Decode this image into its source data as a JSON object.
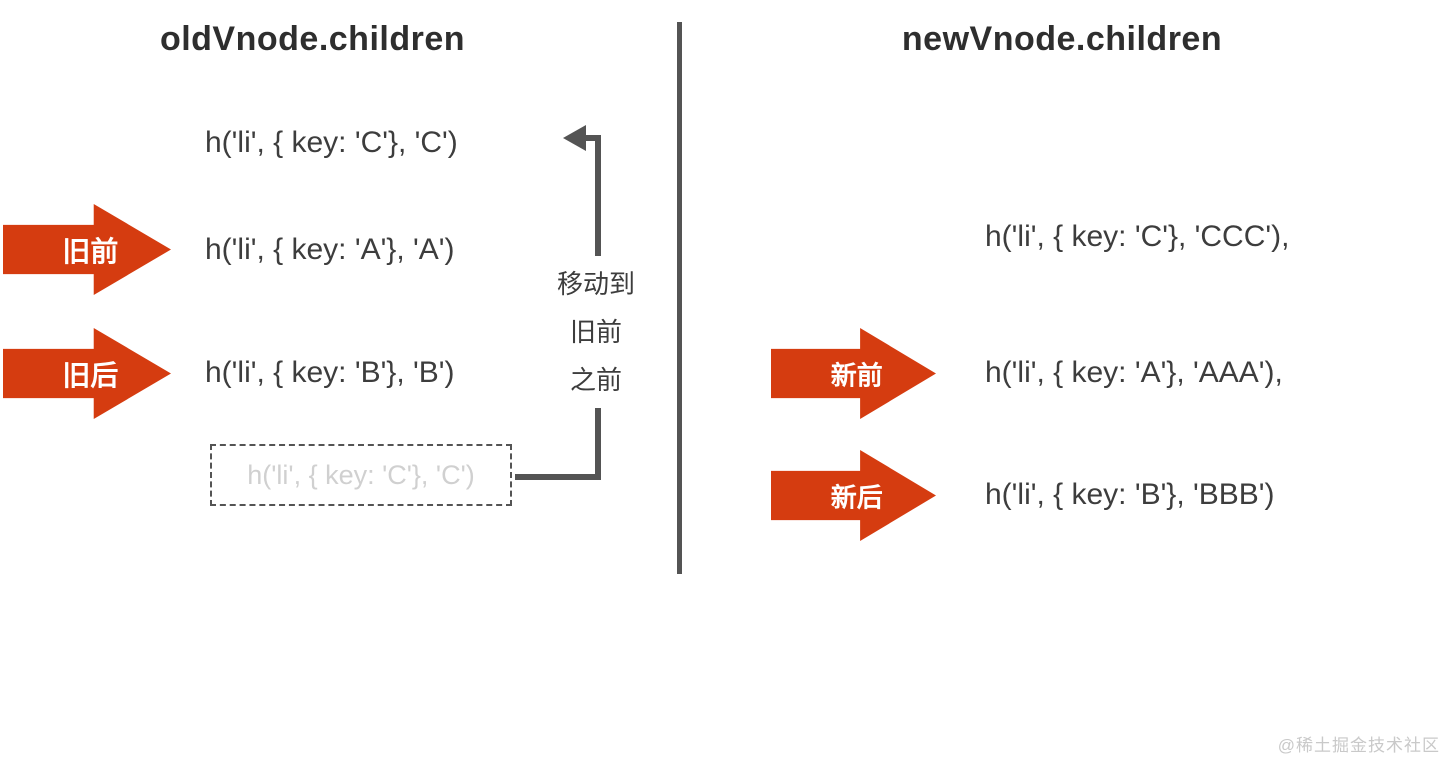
{
  "diagram": {
    "old_panel": {
      "title": "oldVnode.children",
      "node_c": "h('li', { key: 'C'}, 'C')",
      "front": {
        "arrow_label": "旧前",
        "code": "h('li', { key: 'A'}, 'A')"
      },
      "back": {
        "arrow_label": "旧后",
        "code": "h('li', { key: 'B'}, 'B')"
      },
      "ghost_node": "h('li', { key: 'C'}, 'C')"
    },
    "new_panel": {
      "title": "newVnode.children",
      "node_c": "h('li', { key: 'C'}, 'CCC'),",
      "front": {
        "arrow_label": "新前",
        "code": "h('li', { key: 'A'}, 'AAA'),"
      },
      "back": {
        "arrow_label": "新后",
        "code": "h('li', { key: 'B'}, 'BBB')"
      }
    },
    "move_annotation": {
      "line1": "移动到",
      "line2": "旧前",
      "line3": "之前"
    }
  },
  "watermark": "@稀土掘金技术社区",
  "colors": {
    "arrow_red": "#d53c10",
    "code_text": "#3d3d3d",
    "ghost_text": "#d0d0d0",
    "line_gray": "#545454",
    "watermark_gray": "#c9c9c9"
  }
}
